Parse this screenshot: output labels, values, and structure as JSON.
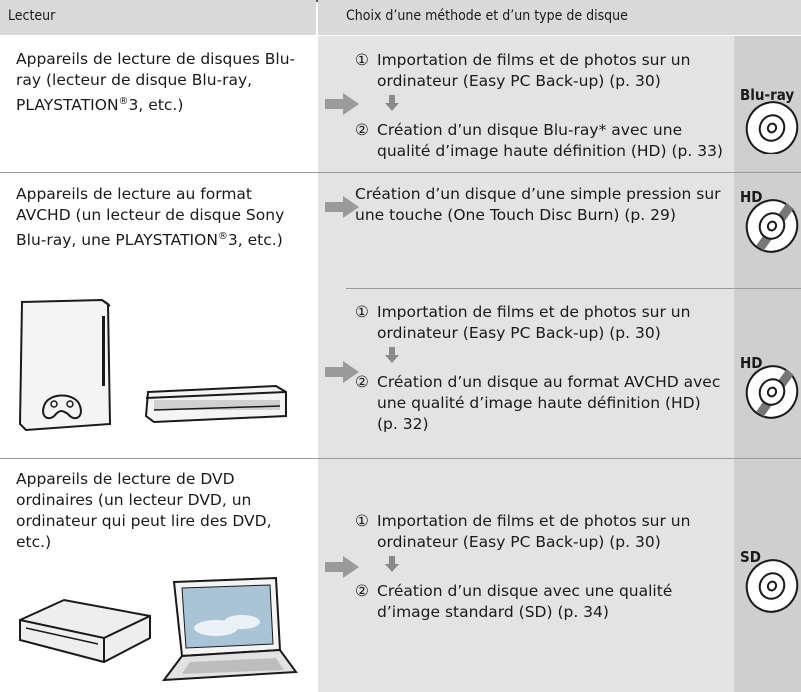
{
  "header": {
    "col_left": "Lecteur",
    "col_right": "Choix d’une méthode et d’un type de disque"
  },
  "rows": [
    {
      "player_text": "Appareils de lecture de disques Blu-ray (lecteur de disque Blu-ray, PLAYSTATION®3, etc.)",
      "step1_num": "①",
      "step1": "Importation de films et de photos sur un ordinateur (Easy PC Back-up) (p. 30)",
      "step2_num": "②",
      "step2": "Création d’un disque Blu-ray* avec une qualité d’image haute définition (HD) (p. 33)",
      "disc_label": "Blu-ray"
    },
    {
      "player_text": "Appareils de lecture au format AVCHD (un lecteur de disque Sony Blu-ray, une PLAYSTATION®3, etc.)",
      "option_a": "Création d’un disque d’une simple pression sur une touche (One Touch Disc Burn) (p. 29)",
      "option_a_disc": "HD",
      "step1_num": "①",
      "step1": "Importation de films et de photos sur un ordinateur (Easy PC Back-up) (p. 30)",
      "step2_num": "②",
      "step2": "Création d’un disque au format AVCHD avec une qualité d’image haute définition (HD) (p. 32)",
      "disc_label": "HD"
    },
    {
      "player_text": "Appareils de lecture de DVD ordinaires (un lecteur DVD, un ordinateur qui peut lire des DVD, etc.)",
      "step1_num": "①",
      "step1": "Importation de films et de photos sur un ordinateur (Easy PC Back-up) (p. 30)",
      "step2_num": "②",
      "step2": "Création d’un disque avec une qualité d’image standard (SD) (p. 34)",
      "disc_label": "SD"
    }
  ],
  "colors": {
    "header_bg": "#d9d9d9",
    "gray_column": "#e3e3e3",
    "disc_strip": "#cfcfcf",
    "arrow": "#9a9a9a"
  }
}
